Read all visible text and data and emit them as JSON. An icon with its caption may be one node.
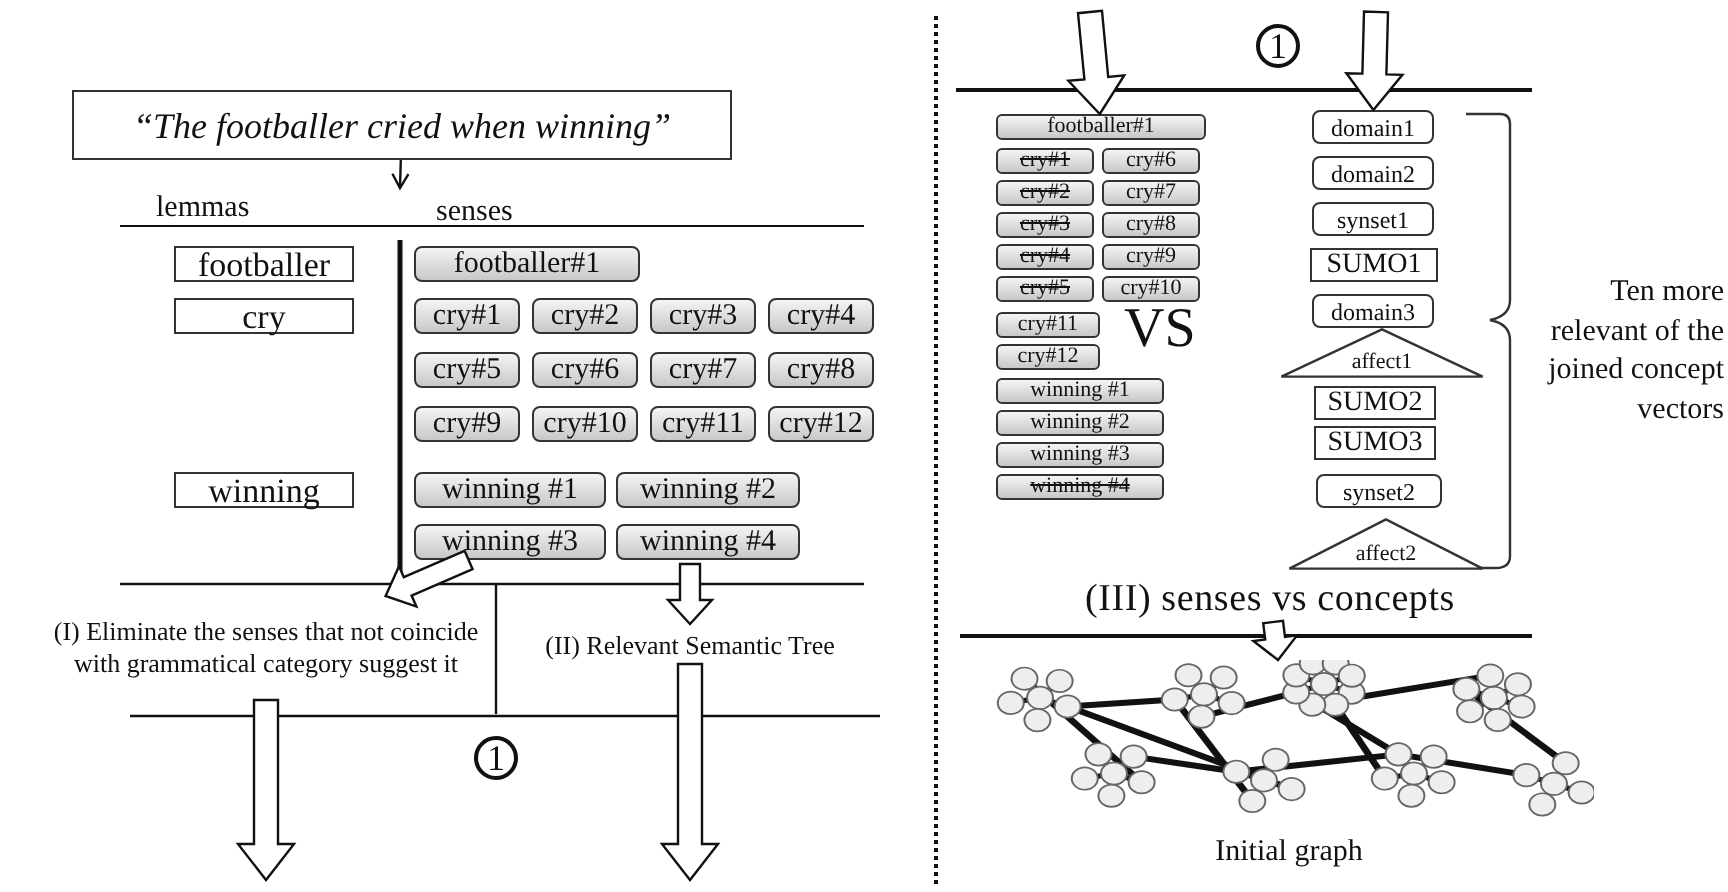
{
  "diagram": {
    "nodes": [
      {
        "text": [
          "“The footballer cried when winning”"
        ]
      },
      {
        "text": [
          "footballer"
        ]
      },
      {
        "text": [
          "footballer#1"
        ]
      },
      {
        "text": [
          "cry"
        ]
      },
      {
        "text": [
          "cry#1"
        ]
      },
      {
        "text": [
          "cry#2"
        ]
      },
      {
        "text": [
          "cry#3"
        ]
      },
      {
        "text": [
          "cry#4"
        ]
      },
      {
        "text": [
          "cry#5"
        ]
      },
      {
        "text": [
          "cry#6"
        ]
      },
      {
        "text": [
          "cry#7"
        ]
      },
      {
        "text": [
          "cry#8"
        ]
      },
      {
        "text": [
          "cry#9"
        ]
      },
      {
        "text": [
          "cry#10"
        ]
      },
      {
        "text": [
          "cry#11"
        ]
      },
      {
        "text": [
          "cry#12"
        ]
      },
      {
        "text": [
          "winning"
        ]
      },
      {
        "text": [
          "winning #1"
        ]
      },
      {
        "text": [
          "winning #2"
        ]
      },
      {
        "text": [
          "winning #3"
        ]
      },
      {
        "text": [
          "winning #4"
        ]
      },
      {
        "text": [
          "footballer#1"
        ]
      },
      {
        "text": [
          "cry#1"
        ]
      },
      {
        "text": [
          "cry#6"
        ]
      },
      {
        "text": [
          "cry#2"
        ]
      },
      {
        "text": [
          "cry#7"
        ]
      },
      {
        "text": [
          "cry#3"
        ]
      },
      {
        "text": [
          "cry#8"
        ]
      },
      {
        "text": [
          "cry#4"
        ]
      },
      {
        "text": [
          "cry#9"
        ]
      },
      {
        "text": [
          "cry#5"
        ]
      },
      {
        "text": [
          "cry#10"
        ]
      },
      {
        "text": [
          "cry#11"
        ]
      },
      {
        "text": [
          "cry#12"
        ]
      },
      {
        "text": [
          "winning #1"
        ]
      },
      {
        "text": [
          "winning #2"
        ]
      },
      {
        "text": [
          "winning #3"
        ]
      },
      {
        "text": [
          "winning #4"
        ]
      },
      {
        "text": [
          "domain1"
        ]
      },
      {
        "text": [
          "domain2"
        ]
      },
      {
        "text": [
          "synset1"
        ]
      },
      {
        "text": [
          "SUMO1"
        ]
      },
      {
        "text": [
          "domain3"
        ]
      },
      {
        "text": [
          "affect1"
        ]
      },
      {
        "text": [
          "SUMO2"
        ]
      },
      {
        "text": [
          "SUMO3"
        ]
      },
      {
        "text": [
          "synset2"
        ]
      },
      {
        "text": [
          "affect2"
        ]
      },
      {
        "text": [
          "(I) Eliminate the senses that not coincide with grammatical category suggest it"
        ]
      },
      {
        "text": [
          "(II) Relevant Semantic Tree"
        ]
      },
      {
        "text": [
          "(III) senses vs concepts"
        ]
      },
      {
        "text": [],
        "shape": "picture",
        "beside": [
          "Initial graph"
        ]
      }
    ],
    "edges": [
      {
        "from": 0,
        "to": null,
        "arrow": "to"
      },
      {
        "from": 19,
        "to": 48,
        "arrow": "to"
      },
      {
        "from": null,
        "to": 49,
        "arrow": "to"
      },
      {
        "from": 48,
        "to": null,
        "arrow": "to"
      },
      {
        "from": 49,
        "to": null,
        "arrow": "to"
      },
      {
        "from": null,
        "to": 21,
        "arrow": "to"
      },
      {
        "from": null,
        "to": 38,
        "arrow": "to"
      },
      {
        "from": 50,
        "to": 51,
        "arrow": "to"
      }
    ],
    "labels": [
      "lemmas",
      "senses",
      "1",
      "1",
      "VS",
      "Ten more relevant of the joined concept vectors"
    ]
  }
}
